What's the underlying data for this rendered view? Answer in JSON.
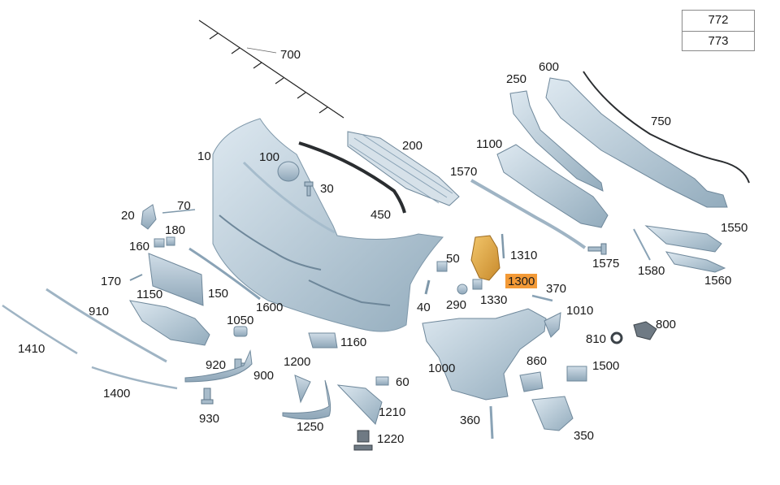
{
  "legend": {
    "row1": "772",
    "row2": "773"
  },
  "highlight_color": "#f39a37",
  "part_color": "#b8cbd8",
  "labels": {
    "p700": "700",
    "p10": "10",
    "p100": "100",
    "p200": "200",
    "p30": "30",
    "p450": "450",
    "p20": "20",
    "p70": "70",
    "p160": "160",
    "p180": "180",
    "p170": "170",
    "p1150": "1150",
    "p150": "150",
    "p910": "910",
    "p1410": "1410",
    "p1600": "1600",
    "p1050": "1050",
    "p920": "920",
    "p900": "900",
    "p1400": "1400",
    "p930": "930",
    "p1200": "1200",
    "p1160": "1160",
    "p1250": "1250",
    "p60": "60",
    "p1210": "1210",
    "p1220": "1220",
    "p250": "250",
    "p600": "600",
    "p750": "750",
    "p1100": "1100",
    "p1570": "1570",
    "p1550": "1550",
    "p1310": "1310",
    "p50": "50",
    "p1575": "1575",
    "p1580": "1580",
    "p1560": "1560",
    "p1300": "1300",
    "p370": "370",
    "p40": "40",
    "p290": "290",
    "p1330": "1330",
    "p1010": "1010",
    "p800": "800",
    "p810": "810",
    "p860": "860",
    "p1000": "1000",
    "p1500": "1500",
    "p360": "360",
    "p350": "350"
  }
}
